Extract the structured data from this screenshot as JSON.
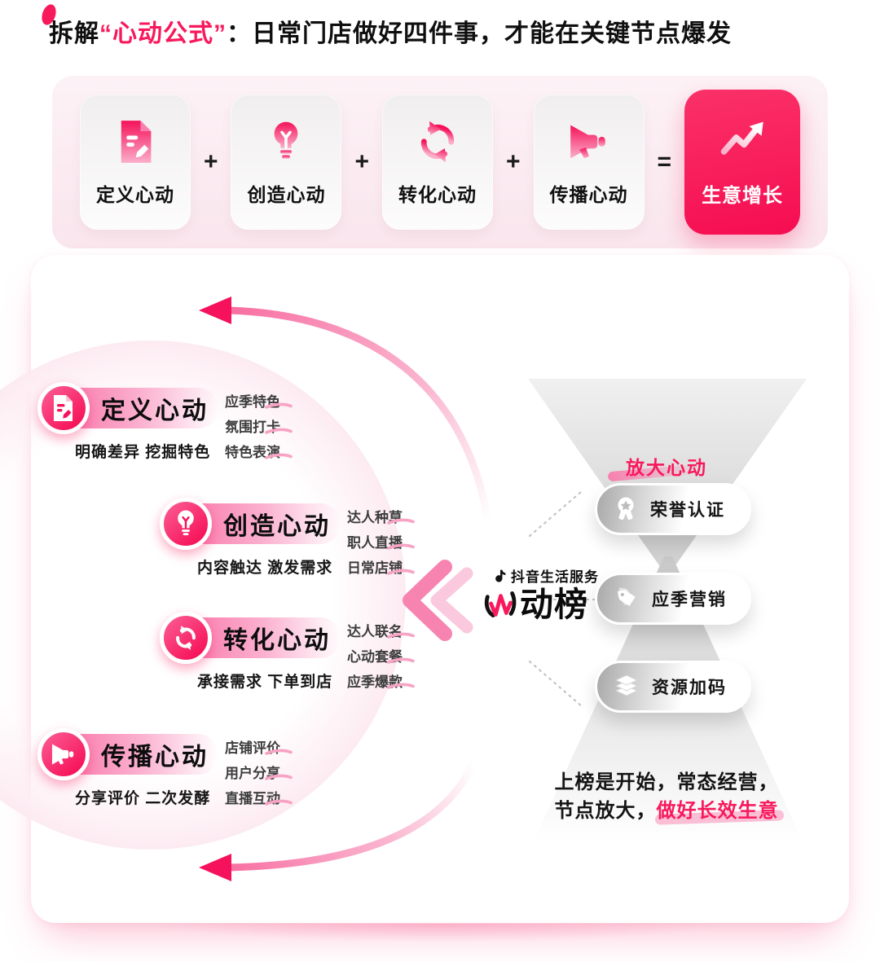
{
  "title": {
    "prefix": "拆解",
    "accent": "“心动公式”",
    "suffix": "：日常门店做好四件事，才能在关键节点爆发"
  },
  "formula": {
    "cards": [
      {
        "label": "定义心动",
        "icon": "document-pen-icon"
      },
      {
        "label": "创造心动",
        "icon": "lightbulb-icon"
      },
      {
        "label": "转化心动",
        "icon": "convert-arrows-icon"
      },
      {
        "label": "传播心动",
        "icon": "megaphone-icon"
      }
    ],
    "operators": [
      "+",
      "+",
      "+",
      "="
    ],
    "result": {
      "label": "生意增长",
      "icon": "growth-arrow-icon"
    }
  },
  "loop": {
    "items": [
      {
        "title": "定义心动",
        "icon": "document-pen-icon",
        "subtitle": "明确差异 挖掘特色",
        "tags": [
          "应季特色",
          "氛围打卡",
          "特色表演"
        ]
      },
      {
        "title": "创造心动",
        "icon": "lightbulb-icon",
        "subtitle": "内容触达 激发需求",
        "tags": [
          "达人种草",
          "职人直播",
          "日常店铺"
        ]
      },
      {
        "title": "转化心动",
        "icon": "convert-arrows-icon",
        "subtitle": "承接需求 下单到店",
        "tags": [
          "达人联名",
          "心动套餐",
          "应季爆款"
        ]
      },
      {
        "title": "传播心动",
        "icon": "megaphone-icon",
        "subtitle": "分享评价 二次发酵",
        "tags": [
          "店铺评价",
          "用户分享",
          "直播互动"
        ]
      }
    ]
  },
  "center": {
    "brand": "抖音生活服务",
    "brand_icon": "music-note-icon",
    "logo_first": "心",
    "logo_rest": "动榜"
  },
  "amplify": {
    "headline": "放大心动",
    "pills": [
      {
        "label": "荣誉认证",
        "icon": "medal-icon"
      },
      {
        "label": "应季营销",
        "icon": "price-tags-icon"
      },
      {
        "label": "资源加码",
        "icon": "layers-icon"
      }
    ],
    "footer": {
      "line1": "上榜是开始，常态经营，",
      "line2_prefix": "节点放大，",
      "line2_highlight": "做好长效生意"
    }
  },
  "colors": {
    "accent": "#F8195C",
    "accent_deep": "#F50D51",
    "pink_soft": "#FBD7E5",
    "formula_bg": "#FAE5ED",
    "funnel_gray": "#D2D2D2"
  }
}
